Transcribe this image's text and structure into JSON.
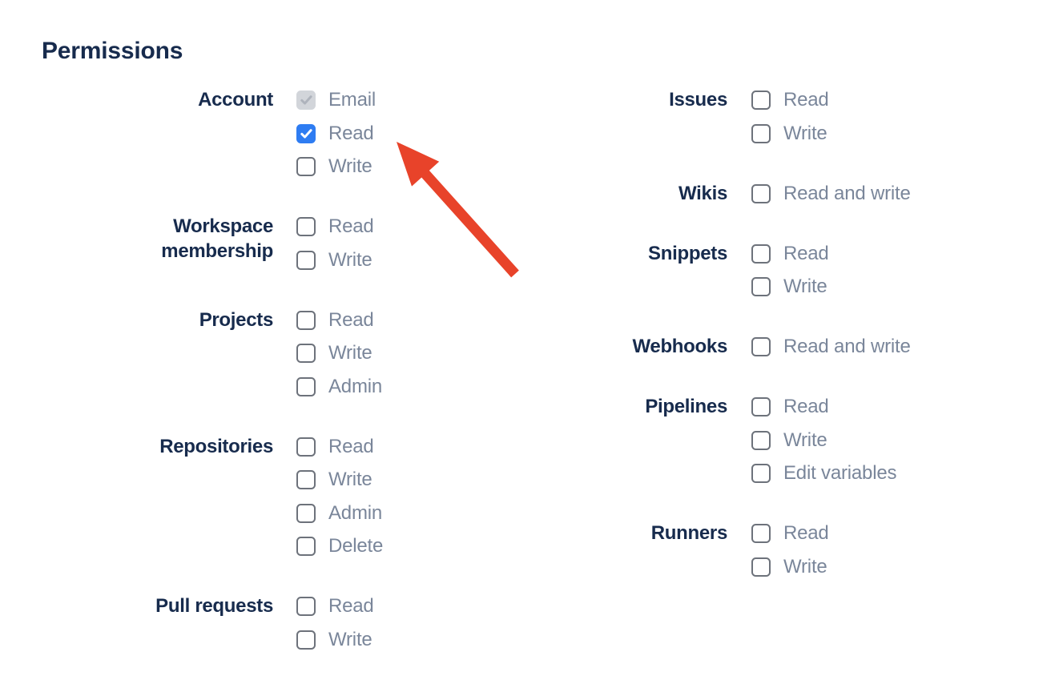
{
  "section": {
    "title": "Permissions"
  },
  "colors": {
    "heading": "#172b4d",
    "group_label": "#172b4d",
    "option_label": "#7a869a",
    "checkbox_border": "#6d727b",
    "checkbox_checked_bg": "#2e7cf2",
    "checkbox_checked_tick": "#ffffff",
    "checkbox_disabled_bg": "#d2d5da",
    "checkbox_disabled_tick": "#aeb3bc",
    "arrow": "#e8432a"
  },
  "columns": [
    {
      "name": "left",
      "groups": [
        {
          "label": "Account",
          "options": [
            {
              "label": "Email",
              "state": "checked_disabled"
            },
            {
              "label": "Read",
              "state": "checked"
            },
            {
              "label": "Write",
              "state": "unchecked"
            }
          ]
        },
        {
          "label": "Workspace membership",
          "options": [
            {
              "label": "Read",
              "state": "unchecked"
            },
            {
              "label": "Write",
              "state": "unchecked"
            }
          ]
        },
        {
          "label": "Projects",
          "options": [
            {
              "label": "Read",
              "state": "unchecked"
            },
            {
              "label": "Write",
              "state": "unchecked"
            },
            {
              "label": "Admin",
              "state": "unchecked"
            }
          ]
        },
        {
          "label": "Repositories",
          "options": [
            {
              "label": "Read",
              "state": "unchecked"
            },
            {
              "label": "Write",
              "state": "unchecked"
            },
            {
              "label": "Admin",
              "state": "unchecked"
            },
            {
              "label": "Delete",
              "state": "unchecked"
            }
          ]
        },
        {
          "label": "Pull requests",
          "options": [
            {
              "label": "Read",
              "state": "unchecked"
            },
            {
              "label": "Write",
              "state": "unchecked"
            }
          ]
        }
      ]
    },
    {
      "name": "right",
      "groups": [
        {
          "label": "Issues",
          "options": [
            {
              "label": "Read",
              "state": "unchecked"
            },
            {
              "label": "Write",
              "state": "unchecked"
            }
          ]
        },
        {
          "label": "Wikis",
          "options": [
            {
              "label": "Read and write",
              "state": "unchecked"
            }
          ]
        },
        {
          "label": "Snippets",
          "options": [
            {
              "label": "Read",
              "state": "unchecked"
            },
            {
              "label": "Write",
              "state": "unchecked"
            }
          ]
        },
        {
          "label": "Webhooks",
          "options": [
            {
              "label": "Read and write",
              "state": "unchecked"
            }
          ]
        },
        {
          "label": "Pipelines",
          "options": [
            {
              "label": "Read",
              "state": "unchecked"
            },
            {
              "label": "Write",
              "state": "unchecked"
            },
            {
              "label": "Edit variables",
              "state": "unchecked"
            }
          ]
        },
        {
          "label": "Runners",
          "options": [
            {
              "label": "Read",
              "state": "unchecked"
            },
            {
              "label": "Write",
              "state": "unchecked"
            }
          ]
        }
      ]
    }
  ],
  "annotation_arrow": {
    "points_to": "checkbox-account-read"
  }
}
